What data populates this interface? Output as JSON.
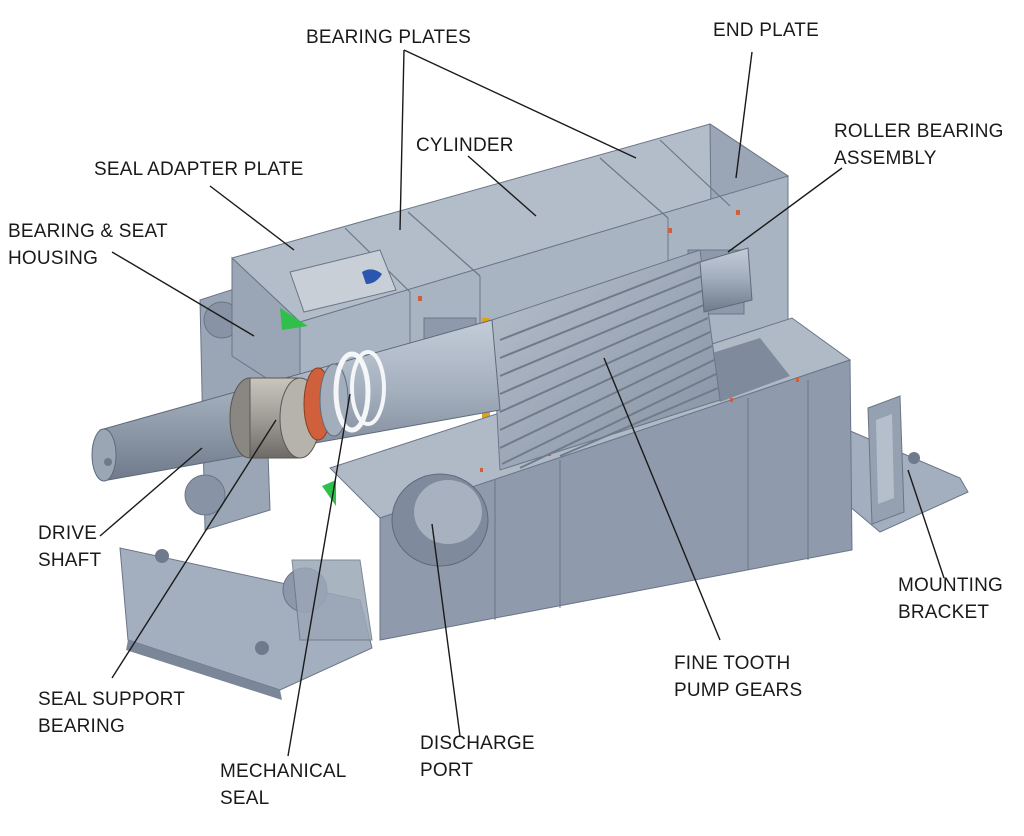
{
  "labels": {
    "bearing_plates": "BEARING PLATES",
    "end_plate": "END PLATE",
    "cylinder": "CYLINDER",
    "roller_bearing_assembly": [
      "ROLLER BEARING",
      "ASSEMBLY"
    ],
    "seal_adapter_plate": "SEAL ADAPTER PLATE",
    "bearing_seat_housing": [
      "BEARING & SEAT",
      "HOUSING"
    ],
    "drive_shaft": [
      "DRIVE",
      "SHAFT"
    ],
    "mounting_bracket": [
      "MOUNTING",
      "BRACKET"
    ],
    "fine_tooth_pump_gears": [
      "FINE TOOTH",
      "PUMP GEARS"
    ],
    "seal_support_bearing": [
      "SEAL SUPPORT",
      "BEARING"
    ],
    "discharge_port": [
      "DISCHARGE",
      "PORT"
    ],
    "mechanical_seal": [
      "MECHANICAL",
      "SEAL"
    ]
  },
  "colors": {
    "body_light": "#aab5c4",
    "body_mid": "#97a3b3",
    "body_dark": "#7b8798",
    "shaft": "#8f9aab",
    "seal_orange": "#d0603c",
    "seal_white": "#f4f6f8",
    "bearing_metal": "#9c9a96",
    "green_marker": "#2fbf4a",
    "orange_marker": "#e0a21c",
    "leader": "#1a1a1a"
  }
}
